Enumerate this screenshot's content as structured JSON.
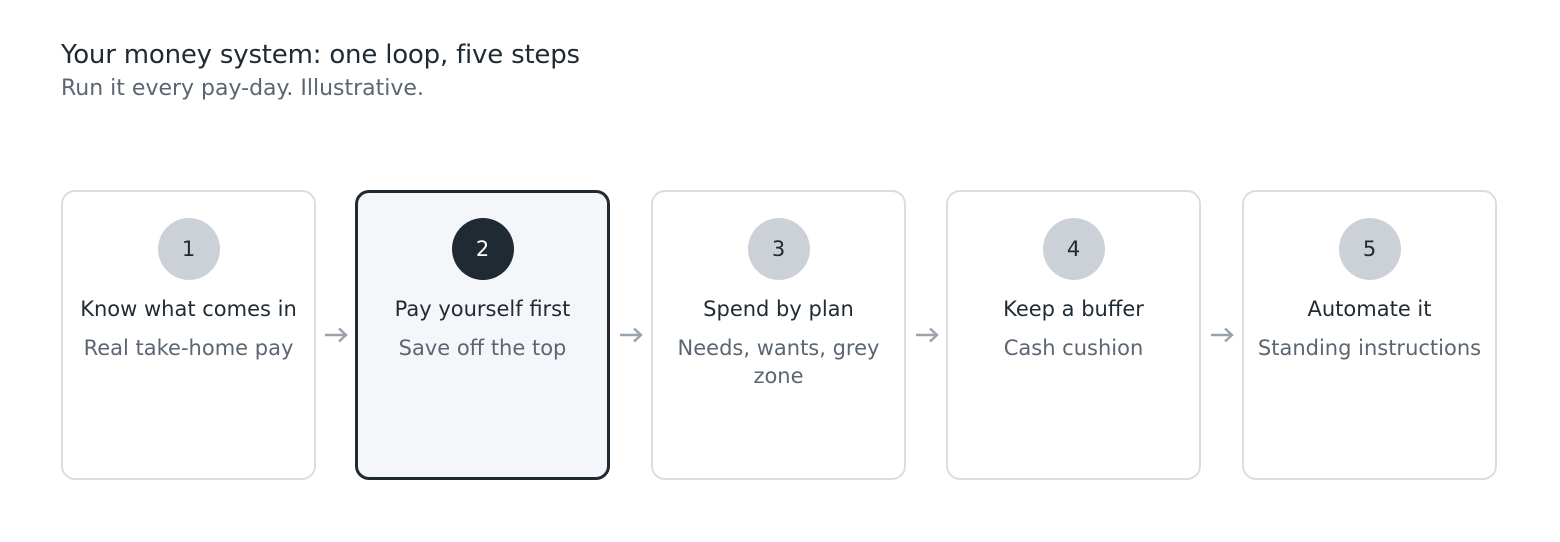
{
  "header": {
    "title": "Your money system: one loop, five steps",
    "subtitle": "Run it every pay-day. Illustrative."
  },
  "colors": {
    "active_border": "#1f2a33",
    "active_fill": "#f5f6f9",
    "card_border": "#d9dde2",
    "badge": "#ccd1d8",
    "badge_active": "#1f2a33",
    "arrow": "#9aa2ac",
    "subtext": "#5b6672"
  },
  "steps": [
    {
      "number": "1",
      "title": "Know what comes in",
      "subtitle": "Real take-home pay",
      "active": false
    },
    {
      "number": "2",
      "title": "Pay yourself first",
      "subtitle": "Save off the top",
      "active": true
    },
    {
      "number": "3",
      "title": "Spend by plan",
      "subtitle": "Needs, wants, grey zone",
      "active": false
    },
    {
      "number": "4",
      "title": "Keep a buffer",
      "subtitle": "Cash cushion",
      "active": false
    },
    {
      "number": "5",
      "title": "Automate it",
      "subtitle": "Standing instructions",
      "active": false
    }
  ],
  "connector_icon": "right-arrow-icon"
}
